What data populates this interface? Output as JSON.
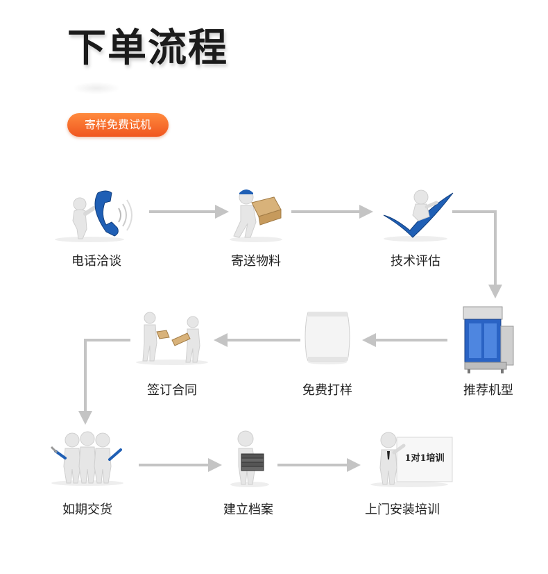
{
  "title": "下单流程",
  "badge": "寄样免费试机",
  "steps": [
    {
      "label": "电话洽谈",
      "icon": "phone-call-icon"
    },
    {
      "label": "寄送物料",
      "icon": "delivery-box-icon"
    },
    {
      "label": "技术评估",
      "icon": "checkmark-evaluation-icon"
    },
    {
      "label": "推荐机型",
      "icon": "packaging-machine-icon"
    },
    {
      "label": "免费打样",
      "icon": "sample-bag-icon"
    },
    {
      "label": "签订合同",
      "icon": "handshake-contract-icon"
    },
    {
      "label": "如期交货",
      "icon": "team-delivery-icon"
    },
    {
      "label": "建立档案",
      "icon": "carry-files-icon"
    },
    {
      "label": "上门安装培训",
      "icon": "training-board-icon"
    }
  ],
  "board_text": "1对1培训",
  "colors": {
    "accent": "#f0561f",
    "arrow": "#c4c4c4",
    "figure": "#e6e6e6",
    "phone": "#1f5fb5"
  }
}
